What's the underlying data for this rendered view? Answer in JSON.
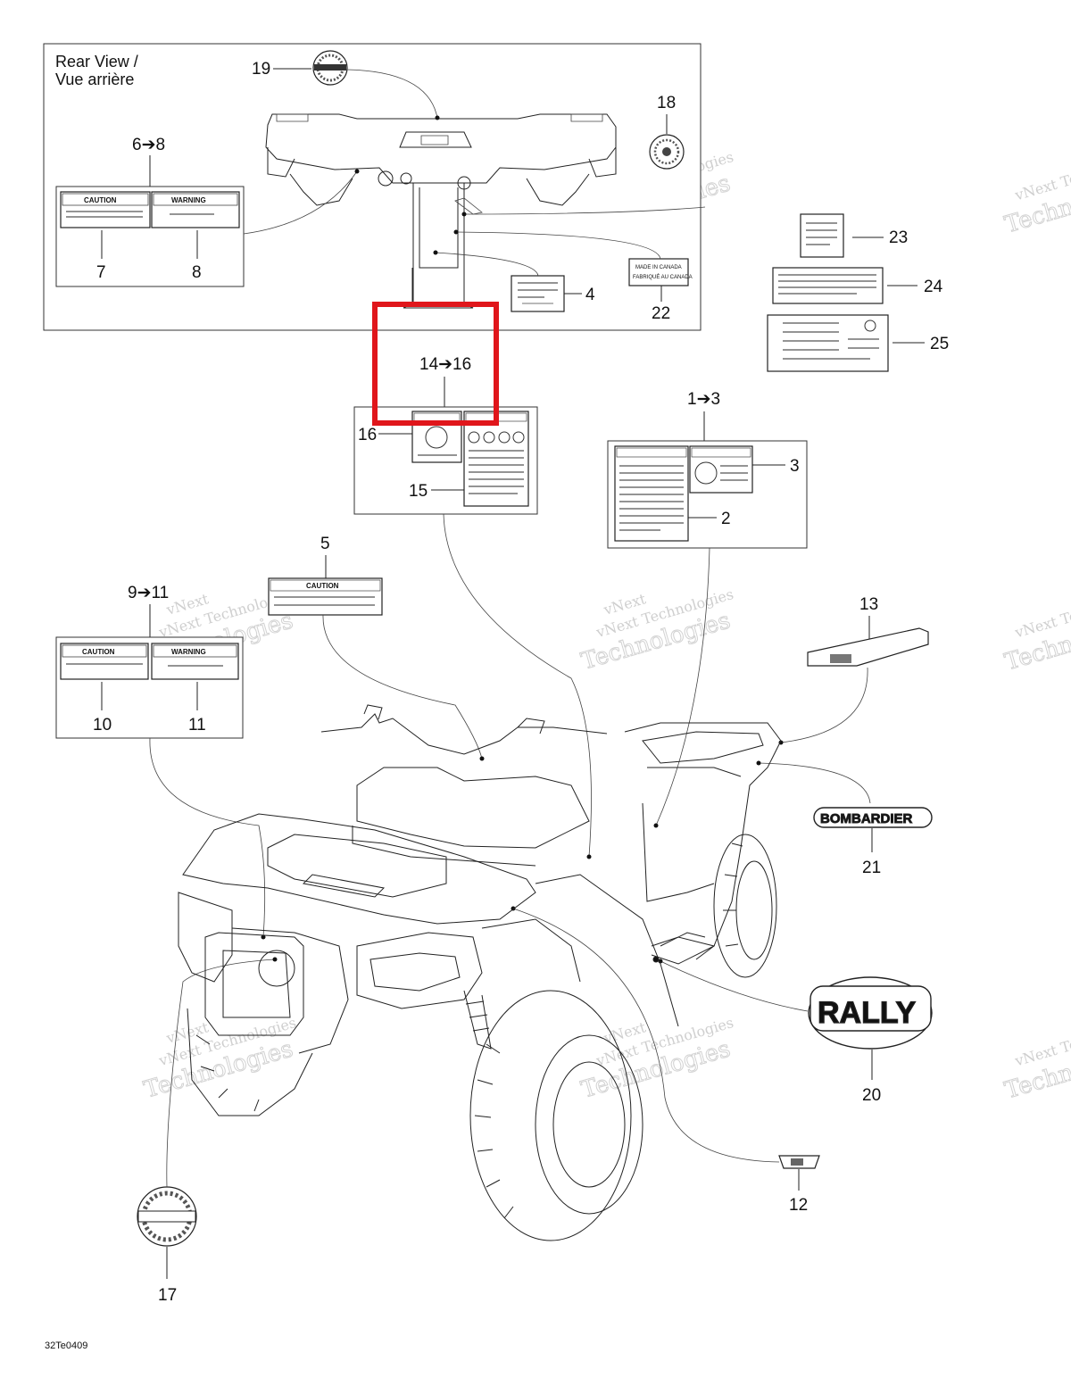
{
  "panel": {
    "title_line1": "Rear View /",
    "title_line2": "Vue arrière"
  },
  "callouts": {
    "c19": "19",
    "c18": "18",
    "c6_8": "6➔8",
    "c7": "7",
    "c8": "8",
    "c4": "4",
    "c22": "22",
    "c23": "23",
    "c24": "24",
    "c25": "25",
    "c14_16": "14➔16",
    "c16": "16",
    "c15": "15",
    "c1_3": "1➔3",
    "c3": "3",
    "c2": "2",
    "c5": "5",
    "c9_11": "9➔11",
    "c10": "10",
    "c11": "11",
    "c13": "13",
    "c21": "21",
    "c20": "20",
    "c12": "12",
    "c17": "17"
  },
  "decal_text": {
    "caution": "CAUTION",
    "warning": "WARNING",
    "made_in_canada_1": "MADE IN CANADA",
    "made_in_canada_2": "FABRIQUÉ AU CANADA",
    "bombardier": "BOMBARDIER",
    "rally": "RALLY"
  },
  "watermark": {
    "line1": "vNext",
    "line2": "vNext Technologies",
    "line3": "Technologies"
  },
  "figure_code": "32Te0409",
  "highlight": {
    "color": "#e0161b"
  }
}
